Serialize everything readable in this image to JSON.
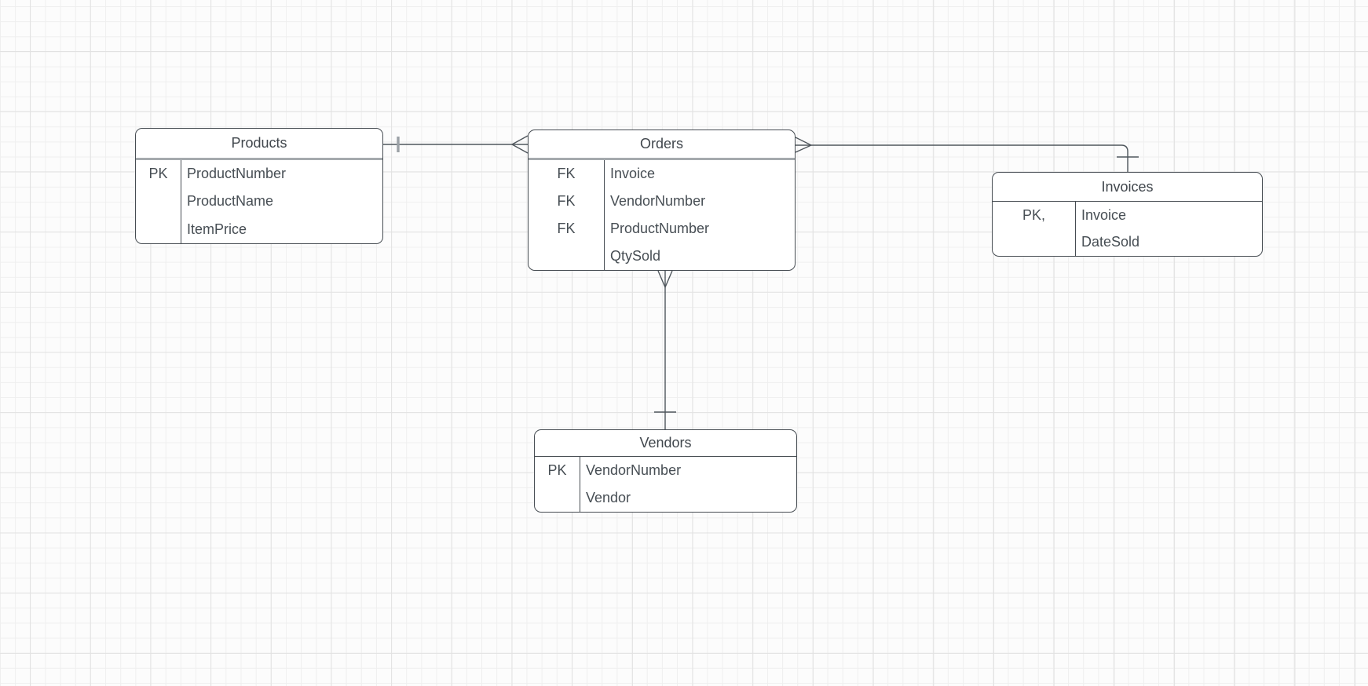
{
  "diagram": {
    "type": "entity-relationship",
    "grid": {
      "background": "#FCFCFC",
      "minor_line_color": "#EFEFEF",
      "major_line_color": "#E2E2E2"
    },
    "palette": {
      "table_fill": "#FFFFFF",
      "table_border": "#464C52",
      "header_divider_gray": "#A5AAAE",
      "text_color": "#474E54",
      "connector_color": "#4F565C",
      "one_tick_bar_color": "#9BA1A6"
    }
  },
  "entities": [
    {
      "title": "Products",
      "rows": [
        {
          "key": "PK",
          "field": "ProductNumber"
        },
        {
          "key": "",
          "field": "ProductName"
        },
        {
          "key": "",
          "field": "ItemPrice"
        }
      ]
    },
    {
      "title": "Orders",
      "rows": [
        {
          "key": "FK",
          "field": "Invoice"
        },
        {
          "key": "FK",
          "field": "VendorNumber"
        },
        {
          "key": "FK",
          "field": "ProductNumber"
        },
        {
          "key": "",
          "field": "QtySold"
        }
      ]
    },
    {
      "title": "Invoices",
      "rows": [
        {
          "key": "PK,",
          "field": "Invoice"
        },
        {
          "key": "",
          "field": "DateSold"
        }
      ]
    },
    {
      "title": "Vendors",
      "rows": [
        {
          "key": "PK",
          "field": "VendorNumber"
        },
        {
          "key": "",
          "field": "Vendor"
        }
      ]
    }
  ],
  "relationships": [
    {
      "from": "Products",
      "to": "Orders",
      "from_cardinality": "one",
      "to_cardinality": "many",
      "notation": "crows-foot"
    },
    {
      "from": "Invoices",
      "to": "Orders",
      "from_cardinality": "one",
      "to_cardinality": "many",
      "notation": "crows-foot"
    },
    {
      "from": "Vendors",
      "to": "Orders",
      "from_cardinality": "one",
      "to_cardinality": "many",
      "notation": "crows-foot"
    }
  ]
}
